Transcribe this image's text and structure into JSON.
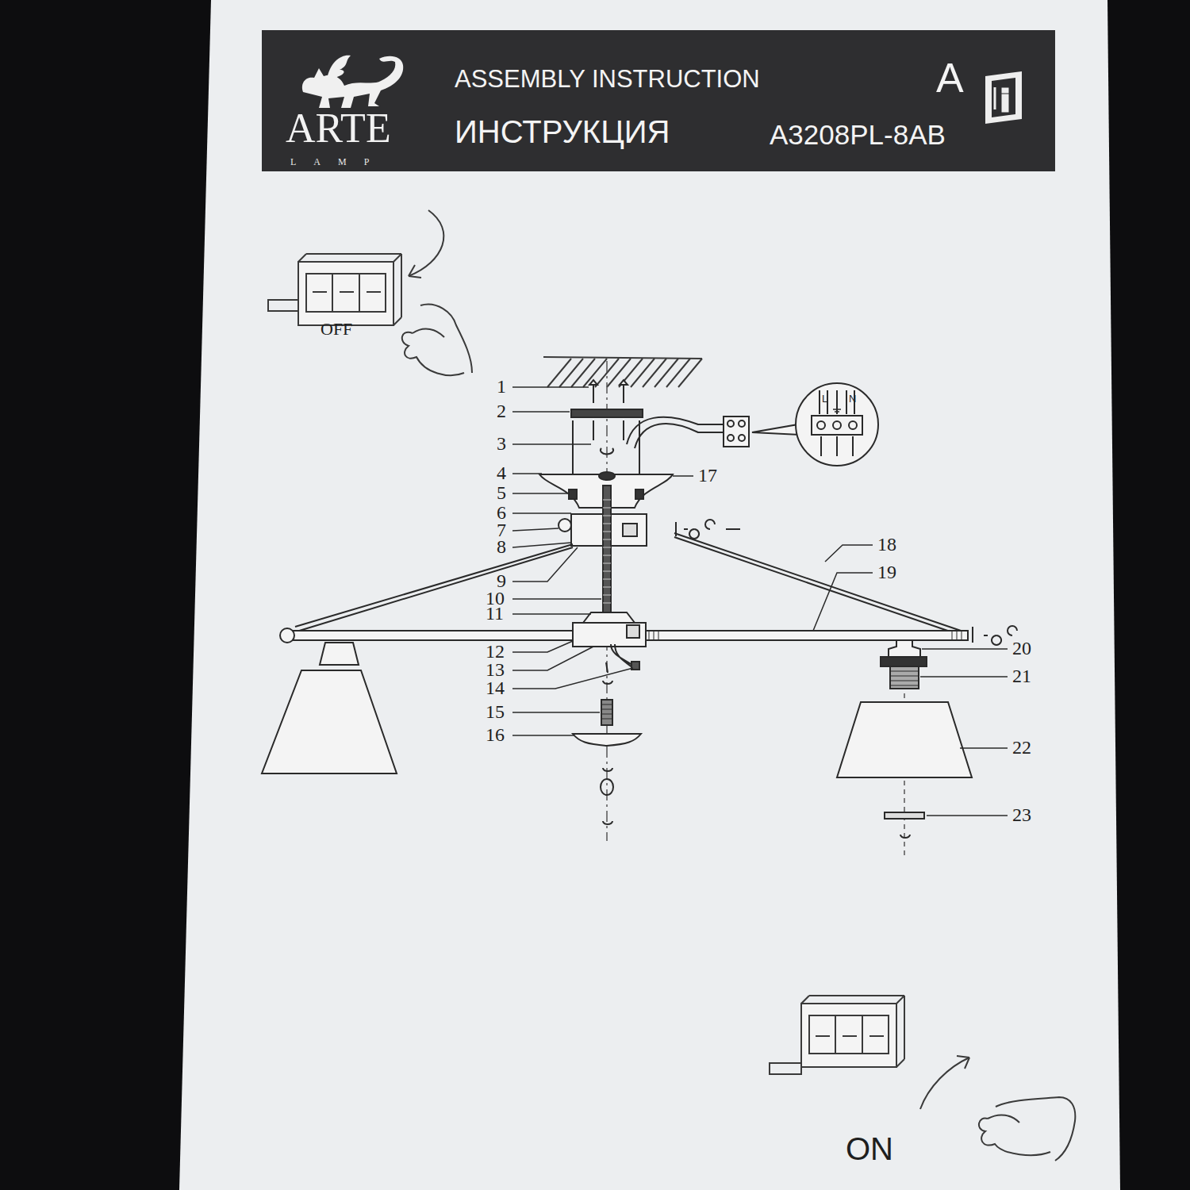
{
  "diagram": {
    "nodes": [
      {
        "text": [
          "ARTE",
          "LAMP",
          "ASSEMBLY INSTRUCTION",
          "A",
          "ИНСТРУКЦИЯ",
          "A3208PL-8AB"
        ]
      }
    ],
    "labels": [
      "OFF",
      "1",
      "2",
      "3",
      "4",
      "5",
      "6",
      "7",
      "8",
      "9",
      "10",
      "11",
      "12",
      "13",
      "14",
      "15",
      "16",
      "17",
      "18",
      "19",
      "20",
      "21",
      "22",
      "23",
      "L",
      "N",
      "ON"
    ]
  }
}
